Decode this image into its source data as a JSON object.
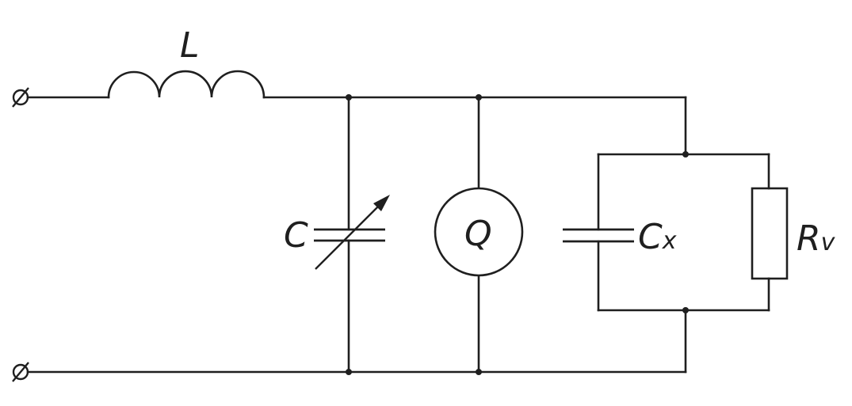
{
  "labels": {
    "inductor": "L",
    "variable_capacitor": "C",
    "q_meter": "Q",
    "capacitor_x": "C",
    "capacitor_x_sub": "x",
    "resistor": "R",
    "resistor_sub": "v"
  },
  "terminal_symbol": "⌀",
  "colors": {
    "ink": "#1f1f1f",
    "background": "#ffffff"
  }
}
